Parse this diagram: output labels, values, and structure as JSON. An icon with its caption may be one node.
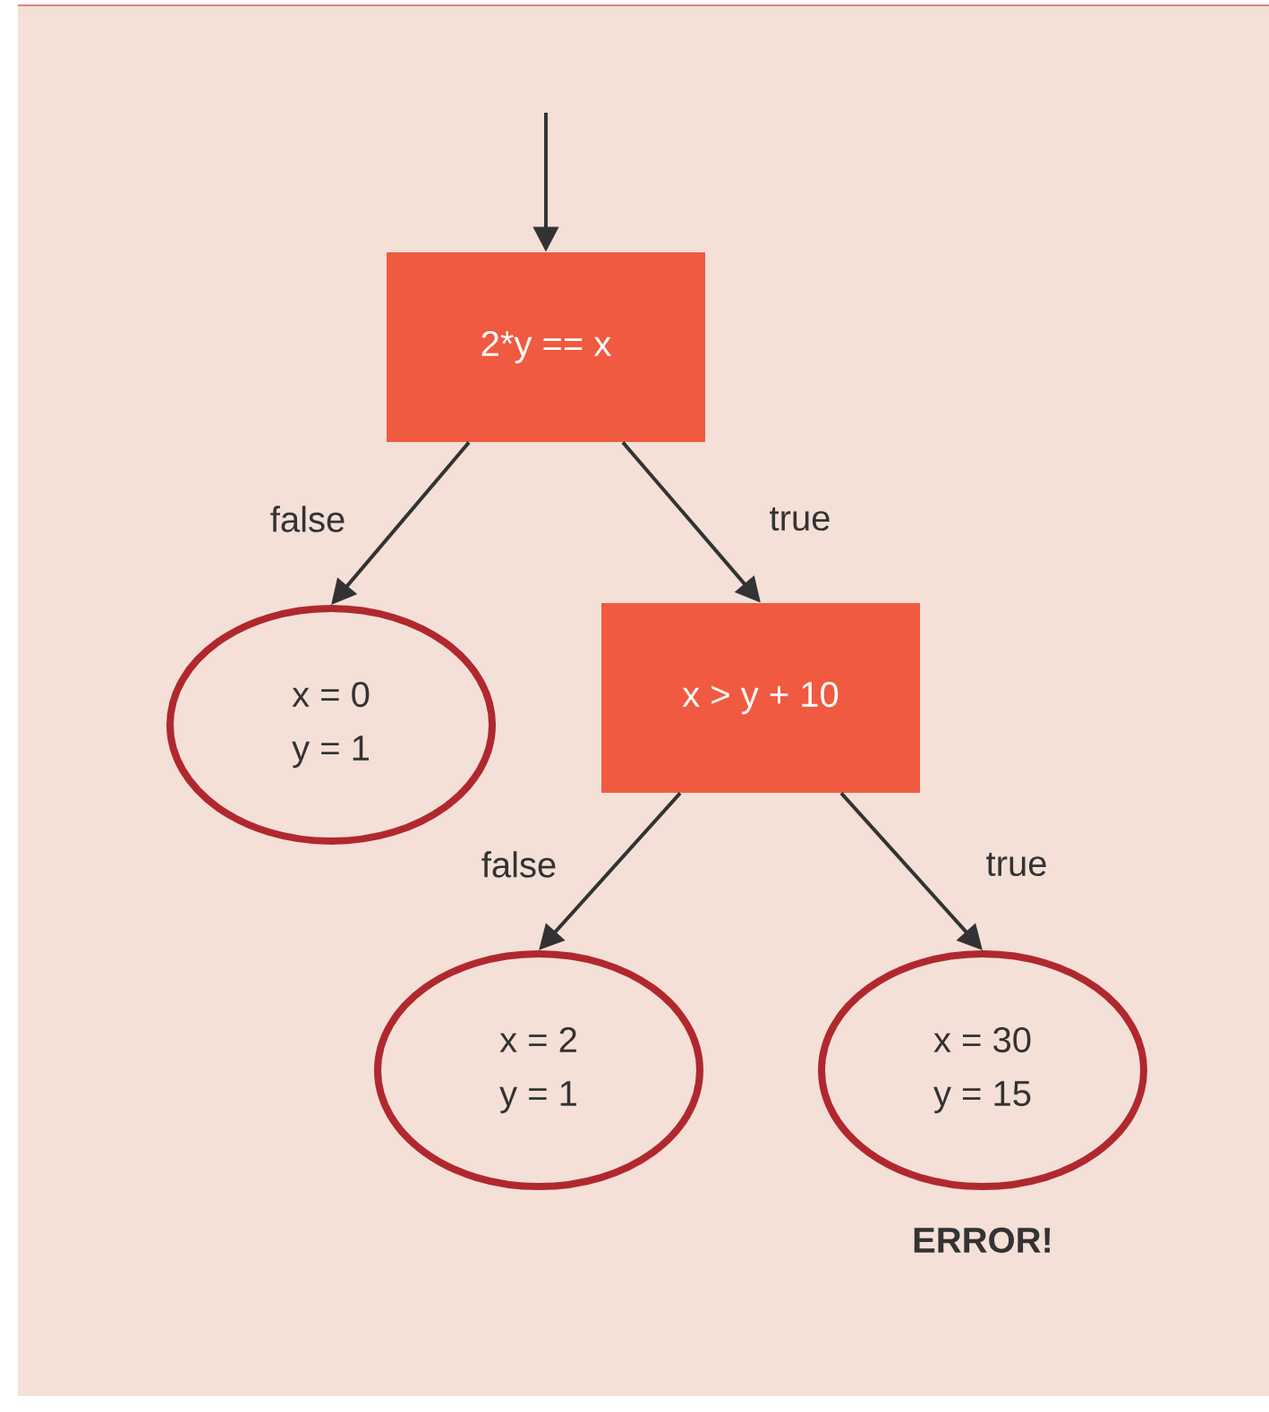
{
  "diagram": {
    "nodes": [
      {
        "text": [
          "2*y == x"
        ]
      },
      {
        "text": [
          "x = 0",
          "y = 1"
        ]
      },
      {
        "text": [
          "x > y + 10"
        ]
      },
      {
        "text": [
          "x = 2",
          "y = 1"
        ]
      },
      {
        "text": [
          "x = 30",
          "y = 15"
        ],
        "beside": [
          "ERROR!"
        ]
      }
    ],
    "edges": [
      {
        "from": null,
        "to": 0,
        "arrow": "to"
      },
      {
        "from": 0,
        "to": 1,
        "arrow": "to",
        "label": "false"
      },
      {
        "from": 0,
        "to": 2,
        "arrow": "to",
        "label": "true"
      },
      {
        "from": 2,
        "to": 3,
        "arrow": "to",
        "label": "false"
      },
      {
        "from": 2,
        "to": 4,
        "arrow": "to",
        "label": "true"
      }
    ]
  }
}
